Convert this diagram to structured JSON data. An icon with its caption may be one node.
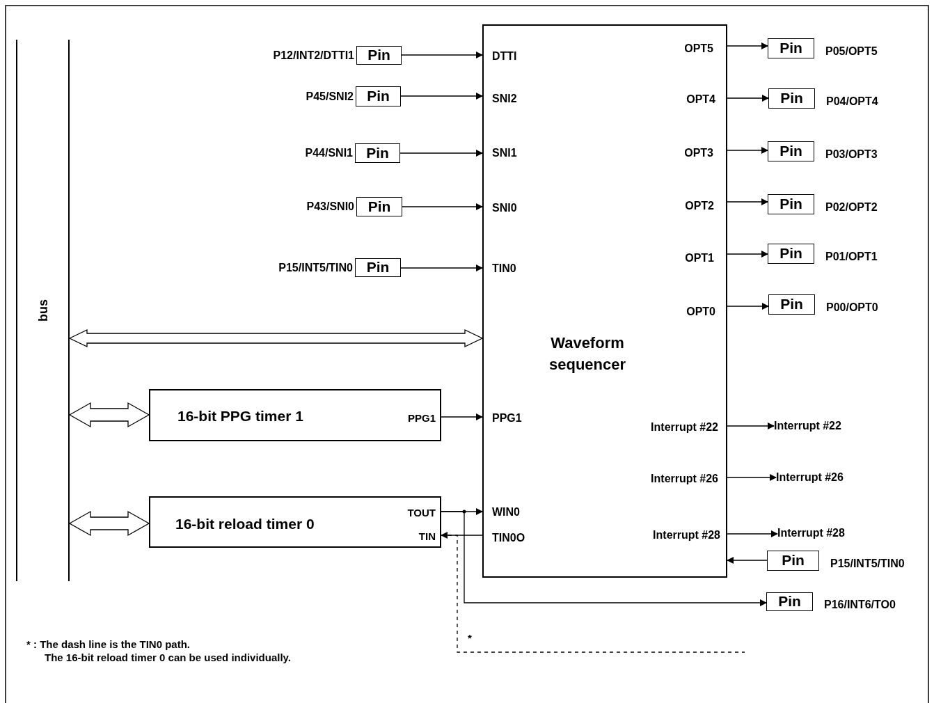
{
  "diagram": {
    "nodes": [
      {
        "text": [
          "bus"
        ]
      },
      {
        "text": [
          "Waveform sequencer",
          "DTTI",
          "SNI2",
          "SNI1",
          "SNI0",
          "TIN0",
          "PPG1",
          "WIN0",
          "TIN0O",
          "OPT5",
          "OPT4",
          "OPT3",
          "OPT2",
          "OPT1",
          "OPT0",
          "Interrupt #22",
          "Interrupt #26",
          "Interrupt #28"
        ]
      },
      {
        "text": [
          "Pin"
        ],
        "beside": [
          "P12/INT2/DTTI1"
        ]
      },
      {
        "text": [
          "Pin"
        ],
        "beside": [
          "P45/SNI2"
        ]
      },
      {
        "text": [
          "Pin"
        ],
        "beside": [
          "P44/SNI1"
        ]
      },
      {
        "text": [
          "Pin"
        ],
        "beside": [
          "P43/SNI0"
        ]
      },
      {
        "text": [
          "Pin"
        ],
        "beside": [
          "P15/INT5/TIN0"
        ]
      },
      {
        "text": [
          "Pin"
        ],
        "beside": [
          "P05/OPT5"
        ]
      },
      {
        "text": [
          "Pin"
        ],
        "beside": [
          "P04/OPT4"
        ]
      },
      {
        "text": [
          "Pin"
        ],
        "beside": [
          "P03/OPT3"
        ]
      },
      {
        "text": [
          "Pin"
        ],
        "beside": [
          "P02/OPT2"
        ]
      },
      {
        "text": [
          "Pin"
        ],
        "beside": [
          "P01/OPT1"
        ]
      },
      {
        "text": [
          "Pin"
        ],
        "beside": [
          "P00/OPT0"
        ]
      },
      {
        "text": [
          "16-bit PPG timer 1",
          "PPG1"
        ]
      },
      {
        "text": [
          "16-bit reload timer 0",
          "TOUT",
          "TIN"
        ]
      },
      {
        "text": [
          "Interrupt #22"
        ]
      },
      {
        "text": [
          "Interrupt #26"
        ]
      },
      {
        "text": [
          "Interrupt #28"
        ]
      },
      {
        "text": [
          "Pin"
        ],
        "beside": [
          "P15/INT5/TIN0"
        ]
      },
      {
        "text": [
          "Pin"
        ],
        "beside": [
          "P16/INT6/TO0"
        ]
      }
    ],
    "edges": [
      {
        "from": 2,
        "to": 1,
        "arrow": "to"
      },
      {
        "from": 3,
        "to": 1,
        "arrow": "to"
      },
      {
        "from": 4,
        "to": 1,
        "arrow": "to"
      },
      {
        "from": 5,
        "to": 1,
        "arrow": "to"
      },
      {
        "from": 6,
        "to": 1,
        "arrow": "to"
      },
      {
        "from": 1,
        "to": 7,
        "arrow": "to"
      },
      {
        "from": 1,
        "to": 8,
        "arrow": "to"
      },
      {
        "from": 1,
        "to": 9,
        "arrow": "to"
      },
      {
        "from": 1,
        "to": 10,
        "arrow": "to"
      },
      {
        "from": 1,
        "to": 11,
        "arrow": "to"
      },
      {
        "from": 1,
        "to": 12,
        "arrow": "to"
      },
      {
        "from": 0,
        "to": 1,
        "arrow": "both",
        "style": "thick"
      },
      {
        "from": 0,
        "to": 13,
        "arrow": "both",
        "style": "thick"
      },
      {
        "from": 0,
        "to": 14,
        "arrow": "both",
        "style": "thick"
      },
      {
        "from": 13,
        "to": 1,
        "arrow": "to"
      },
      {
        "from": 14,
        "to": 1,
        "arrow": "to"
      },
      {
        "from": 14,
        "to": 19,
        "arrow": "to"
      },
      {
        "from": 1,
        "to": 14,
        "arrow": "to"
      },
      {
        "from": 1,
        "to": 15,
        "arrow": "to"
      },
      {
        "from": 1,
        "to": 16,
        "arrow": "to"
      },
      {
        "from": 1,
        "to": 17,
        "arrow": "to"
      },
      {
        "from": 18,
        "to": 1,
        "arrow": "to"
      },
      {
        "from": 14,
        "to": null,
        "arrow": "none",
        "style": "dashed"
      }
    ],
    "labels": [
      "*",
      "* : The dash line is the TIN0 path.",
      "The 16-bit reload timer 0 can be used individually."
    ]
  }
}
